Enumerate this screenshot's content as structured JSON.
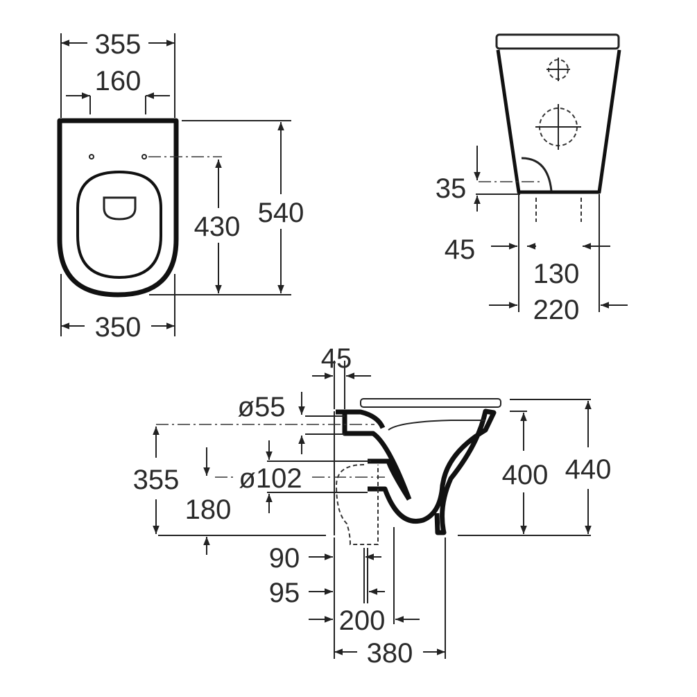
{
  "top_view": {
    "dims": {
      "overall_width": "355",
      "fixing_spacing": "160",
      "base_width": "350",
      "fixing_to_front": "430",
      "overall_length": "540"
    }
  },
  "rear_view": {
    "dims": {
      "inlet_height": "35",
      "offset": "45",
      "fixing_spacing": "130",
      "width": "220"
    }
  },
  "side_view": {
    "dims": {
      "wall_gap": "45",
      "inlet_diameter": "ø55",
      "inlet_height": "355",
      "outlet_diameter": "ø102",
      "outlet_height": "180",
      "bowl_height": "400",
      "overall_height": "440",
      "dim_90": "90",
      "dim_95": "95",
      "dim_200": "200",
      "overall_depth": "380"
    }
  }
}
